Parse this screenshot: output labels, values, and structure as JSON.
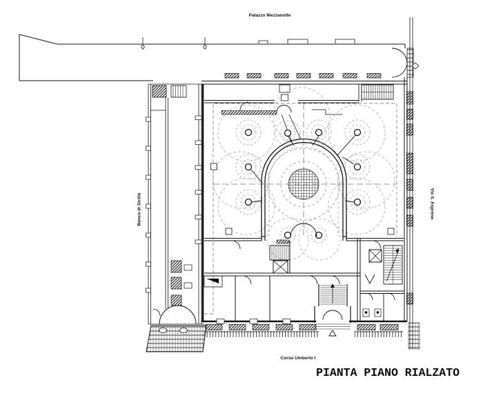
{
  "plan": {
    "title": "PIANTA PIANO RIALZATO",
    "street_top": "Palazzo Mezzanotte",
    "street_left": "Banco di Sicilia",
    "street_right": "Via S. Aspreno",
    "street_bottom": "Corso Umberto I",
    "colors": {
      "ink": "#111111",
      "dash_gray": "#999999",
      "paper": "#ffffff"
    }
  }
}
